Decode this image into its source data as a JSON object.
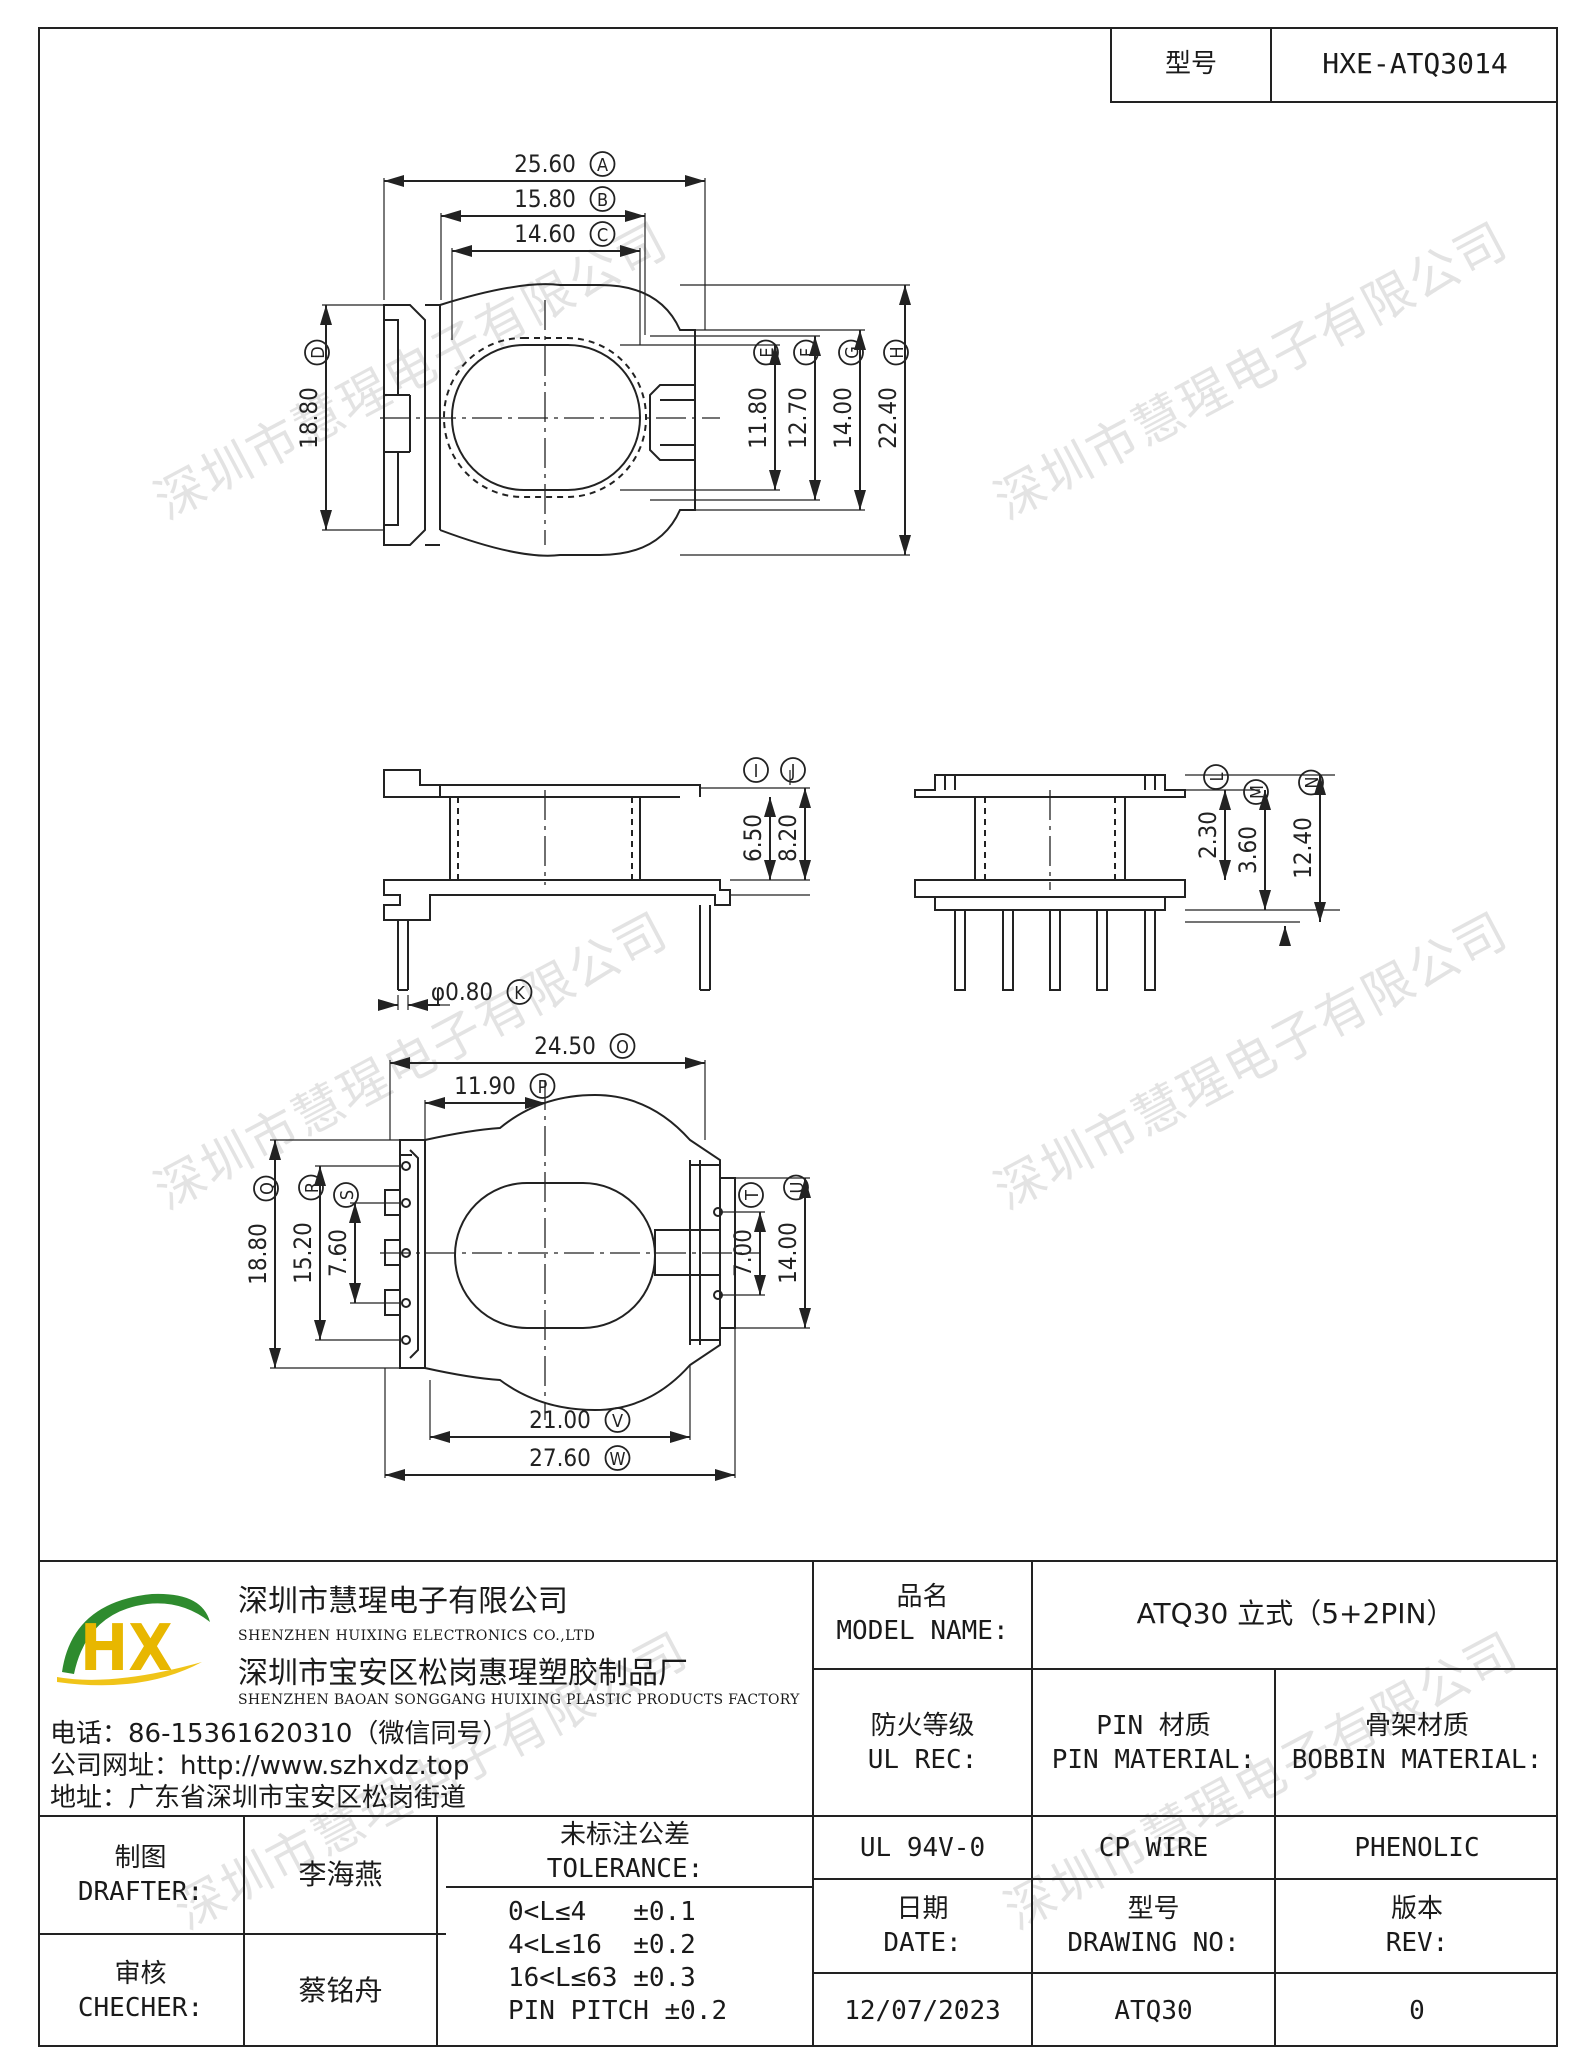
{
  "model_code": {
    "label": "型号",
    "value": "HXE-ATQ3014"
  },
  "watermark": "深圳市慧瑆电子有限公司",
  "views": {
    "top": {
      "dims": [
        {
          "value": "25.60",
          "tag": "A"
        },
        {
          "value": "15.80",
          "tag": "B"
        },
        {
          "value": "14.60",
          "tag": "C"
        },
        {
          "value": "18.80",
          "tag": "D"
        },
        {
          "value": "11.80",
          "tag": "E"
        },
        {
          "value": "12.70",
          "tag": "F"
        },
        {
          "value": "14.00",
          "tag": "G"
        },
        {
          "value": "22.40",
          "tag": "H"
        }
      ]
    },
    "side": {
      "dims": [
        {
          "value": "",
          "tag": "I"
        },
        {
          "value": "",
          "tag": "J"
        },
        {
          "value": "6.50",
          "tag": ""
        },
        {
          "value": "8.20",
          "tag": ""
        },
        {
          "value": "φ0.80",
          "tag": "K"
        }
      ]
    },
    "end": {
      "dims": [
        {
          "value": "2.30",
          "tag": "L"
        },
        {
          "value": "3.60",
          "tag": "M"
        },
        {
          "value": "12.40",
          "tag": "N"
        }
      ]
    },
    "bottom": {
      "dims": [
        {
          "value": "24.50",
          "tag": "O"
        },
        {
          "value": "11.90",
          "tag": "P"
        },
        {
          "value": "18.80",
          "tag": "Q"
        },
        {
          "value": "15.20",
          "tag": "R"
        },
        {
          "value": "7.60",
          "tag": "S"
        },
        {
          "value": "7.00",
          "tag": "T"
        },
        {
          "value": "14.00",
          "tag": "U"
        },
        {
          "value": "21.00",
          "tag": "V"
        },
        {
          "value": "27.60",
          "tag": "W"
        }
      ]
    }
  },
  "company": {
    "logo_text": "HX",
    "name_cn": "深圳市慧瑆电子有限公司",
    "name_en": "SHENZHEN HUIXING ELECTRONICS CO.,LTD",
    "factory_cn": "深圳市宝安区松岗惠瑆塑胶制品厂",
    "factory_en": "SHENZHEN BAOAN SONGGANG HUIXING PLASTIC PRODUCTS FACTORY",
    "phone": "电话：86-15361620310（微信同号）",
    "website": "公司网址：http://www.szhxdz.top",
    "address": "地址：广东省深圳市宝安区松岗街道"
  },
  "title_block": {
    "model_name_label_cn": "品名",
    "model_name_label_en": "MODEL NAME:",
    "model_name_value": "ATQ30 立式（5+2PIN）",
    "ul_label_cn": "防火等级",
    "ul_label_en": "UL REC:",
    "pin_label_cn": "PIN 材质",
    "pin_label_en": "PIN MATERIAL:",
    "bobbin_label_cn": "骨架材质",
    "bobbin_label_en": "BOBBIN MATERIAL:",
    "ul_value": "UL 94V-0",
    "pin_value": "CP WIRE",
    "bobbin_value": "PHENOLIC",
    "date_label_cn": "日期",
    "date_label_en": "DATE:",
    "drawing_label_cn": "型号",
    "drawing_label_en": "DRAWING NO:",
    "rev_label_cn": "版本",
    "rev_label_en": "REV:",
    "date_value": "12/07/2023",
    "drawing_value": "ATQ30",
    "rev_value": "0",
    "drafter_label_cn": "制图",
    "drafter_label_en": "DRAFTER:",
    "drafter_value": "李海燕",
    "checker_label_cn": "审核",
    "checker_label_en": "CHECHER:",
    "checker_value": "蔡铭舟",
    "tolerance_label_cn": "未标注公差",
    "tolerance_label_en": "TOLERANCE:",
    "tolerances": [
      "0<L≤4   ±0.1",
      "4<L≤16  ±0.2",
      "16<L≤63 ±0.3",
      "PIN PITCH ±0.2"
    ]
  }
}
